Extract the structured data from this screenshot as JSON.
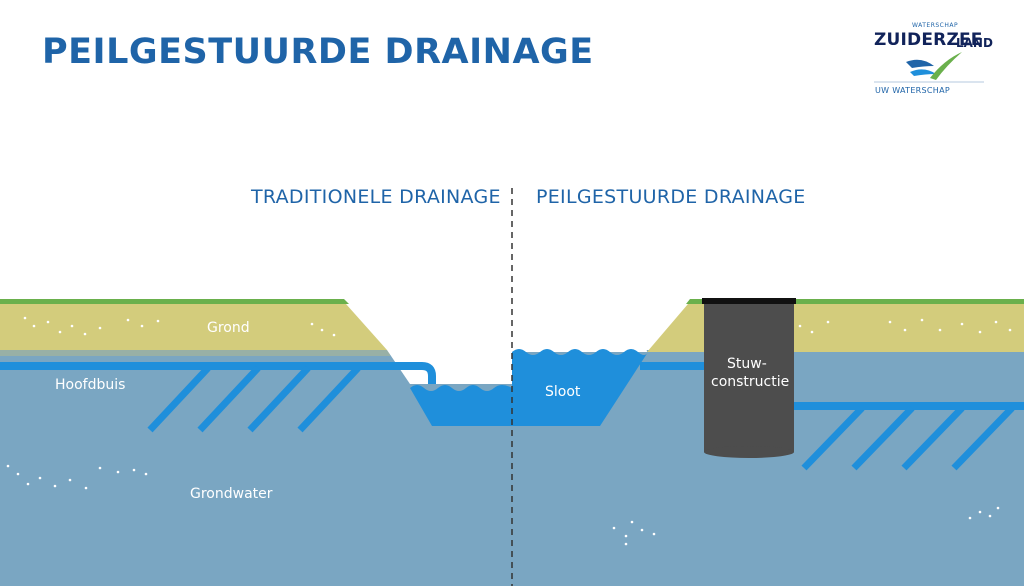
{
  "title": "PEILGESTUURDE DRAINAGE",
  "logo": {
    "small": "WATERSCHAP",
    "main": "ZUIDERZEE",
    "main_suffix": "LAND",
    "tagline": "UW WATERSCHAP"
  },
  "sections": {
    "left": "TRADITIONELE DRAINAGE",
    "right": "PEILGESTUURDE DRAINAGE"
  },
  "labels": {
    "grond": "Grond",
    "hoofdbuis": "Hoofdbuis",
    "grondwater": "Grondwater",
    "sloot": "Sloot",
    "stuw_line1": "Stuw-",
    "stuw_line2": "constructie"
  },
  "colors": {
    "title": "#1f64a8",
    "grass": "#6ab04c",
    "soil": "#d3cc7c",
    "groundwater": "#7aa6c2",
    "water": "#1f8fdb",
    "structure": "#4d4d4d"
  }
}
